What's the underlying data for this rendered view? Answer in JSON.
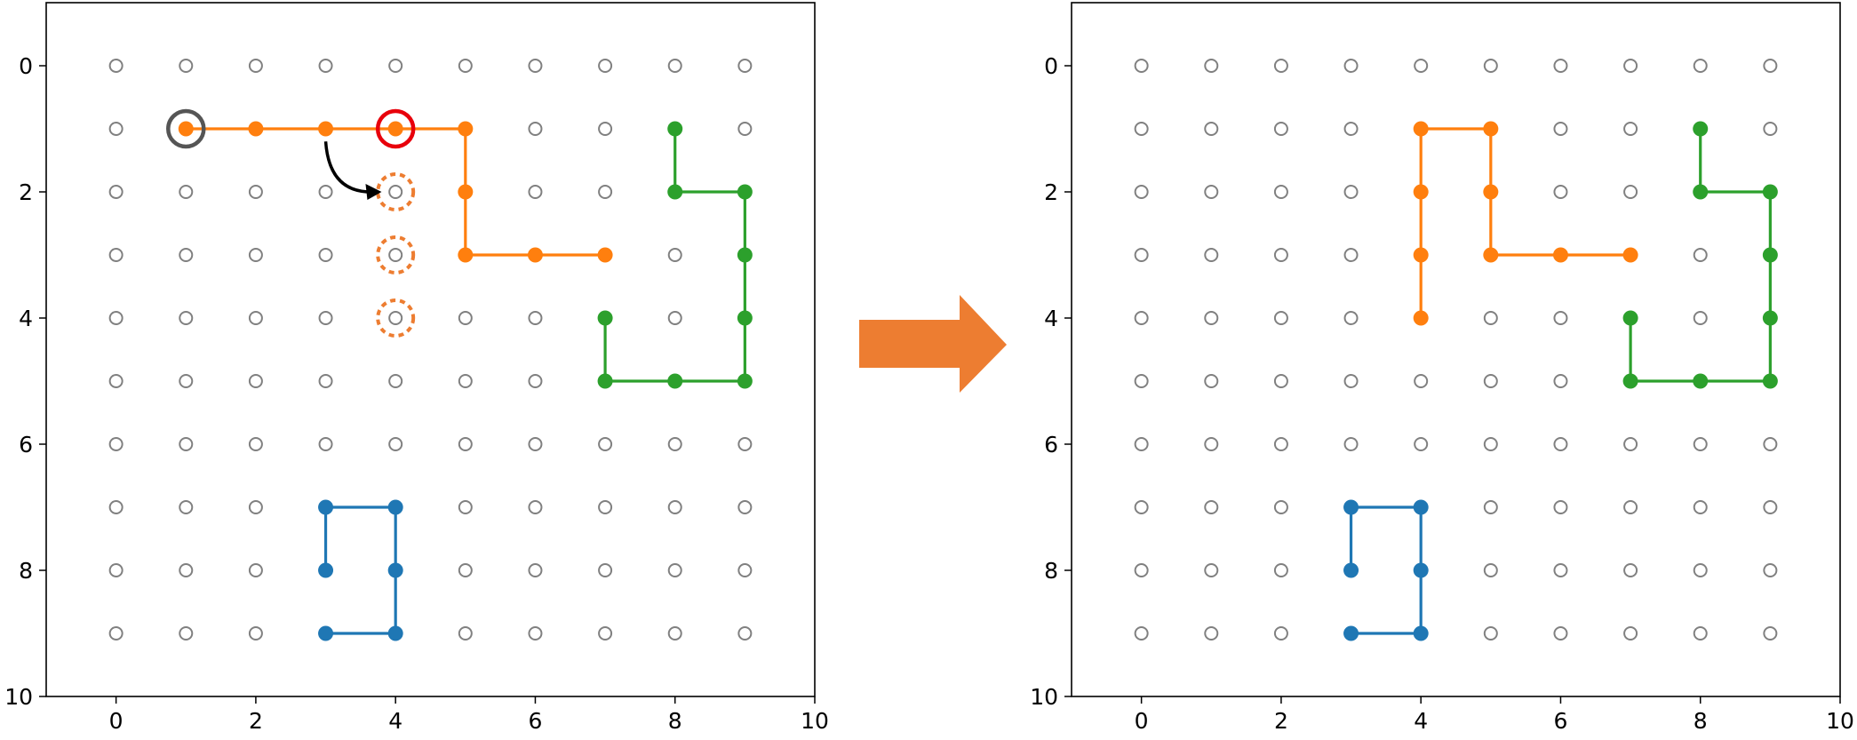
{
  "colors": {
    "grid_point": "#808080",
    "orange": "#ff7f0e",
    "green": "#2ca02c",
    "blue": "#1f77b4",
    "arrow": "#ed7d31",
    "pivot_ring": "#555555",
    "target_ring": "#e8000b",
    "candidate_ring": "#ed7d31",
    "move_arrow": "#000000"
  },
  "chart_data": [
    {
      "type": "scatter",
      "title": "",
      "xlabel": "",
      "ylabel": "",
      "xlim": [
        -1,
        10
      ],
      "ylim": [
        10,
        -1
      ],
      "y_inverted": true,
      "xticks": [
        "0",
        "2",
        "4",
        "6",
        "8",
        "10"
      ],
      "yticks": [
        "0",
        "2",
        "4",
        "6",
        "8",
        "10"
      ],
      "grid_points": {
        "x_range": [
          0,
          9
        ],
        "y_range": [
          0,
          9
        ],
        "style": "hollow-circle"
      },
      "series": [
        {
          "color_key": "orange",
          "points": [
            [
              1,
              1
            ],
            [
              2,
              1
            ],
            [
              3,
              1
            ],
            [
              4,
              1
            ],
            [
              5,
              1
            ],
            [
              5,
              2
            ],
            [
              5,
              3
            ],
            [
              6,
              3
            ],
            [
              7,
              3
            ]
          ]
        },
        {
          "color_key": "green",
          "points": [
            [
              8,
              1
            ],
            [
              8,
              2
            ],
            [
              9,
              2
            ],
            [
              9,
              3
            ],
            [
              9,
              4
            ],
            [
              9,
              5
            ],
            [
              8,
              5
            ],
            [
              7,
              5
            ],
            [
              7,
              4
            ]
          ]
        },
        {
          "color_key": "blue",
          "points": [
            [
              3,
              8
            ],
            [
              3,
              7
            ],
            [
              4,
              7
            ],
            [
              4,
              8
            ],
            [
              4,
              9
            ],
            [
              3,
              9
            ]
          ]
        }
      ],
      "annotations": {
        "pivot_circle": [
          1,
          1
        ],
        "target_circle": [
          4,
          1
        ],
        "candidate_circles": [
          [
            4,
            2
          ],
          [
            4,
            3
          ],
          [
            4,
            4
          ]
        ],
        "move_arrow": {
          "from": [
            3,
            1.2
          ],
          "to": [
            3.8,
            2
          ]
        }
      }
    },
    {
      "type": "scatter",
      "title": "",
      "xlabel": "",
      "ylabel": "",
      "xlim": [
        -1,
        10
      ],
      "ylim": [
        10,
        -1
      ],
      "y_inverted": true,
      "xticks": [
        "0",
        "2",
        "4",
        "6",
        "8",
        "10"
      ],
      "yticks": [
        "0",
        "2",
        "4",
        "6",
        "8",
        "10"
      ],
      "grid_points": {
        "x_range": [
          0,
          9
        ],
        "y_range": [
          0,
          9
        ],
        "style": "hollow-circle"
      },
      "series": [
        {
          "color_key": "orange",
          "points": [
            [
              4,
              4
            ],
            [
              4,
              3
            ],
            [
              4,
              2
            ],
            [
              4,
              1
            ],
            [
              5,
              1
            ],
            [
              5,
              2
            ],
            [
              5,
              3
            ],
            [
              6,
              3
            ],
            [
              7,
              3
            ]
          ]
        },
        {
          "color_key": "green",
          "points": [
            [
              8,
              1
            ],
            [
              8,
              2
            ],
            [
              9,
              2
            ],
            [
              9,
              3
            ],
            [
              9,
              4
            ],
            [
              9,
              5
            ],
            [
              8,
              5
            ],
            [
              7,
              5
            ],
            [
              7,
              4
            ]
          ]
        },
        {
          "color_key": "blue",
          "points": [
            [
              3,
              8
            ],
            [
              3,
              7
            ],
            [
              4,
              7
            ],
            [
              4,
              8
            ],
            [
              4,
              9
            ],
            [
              3,
              9
            ]
          ]
        }
      ],
      "annotations": {}
    }
  ]
}
